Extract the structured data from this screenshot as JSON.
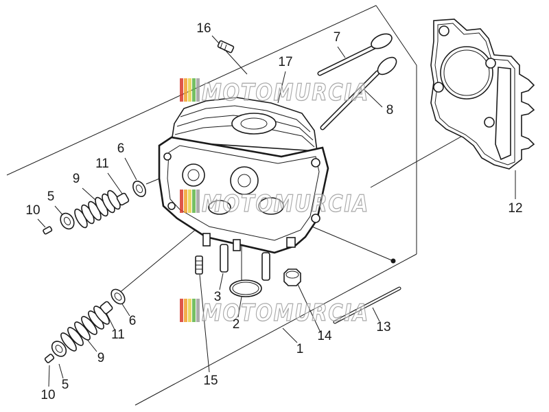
{
  "diagram": {
    "callouts": [
      "16",
      "7",
      "17",
      "8",
      "6",
      "11",
      "9",
      "5",
      "10",
      "12",
      "3",
      "2",
      "14",
      "13",
      "1",
      "15",
      "6",
      "11",
      "9",
      "5",
      "10"
    ]
  },
  "watermark": {
    "text": "MOTOMURCIA",
    "stripe_colors": [
      "#d93a2b",
      "#f2a22c",
      "#e7d34a",
      "#5fb548",
      "#9e9e9e"
    ]
  },
  "colors": {
    "line": "#1a1a1a",
    "background": "#ffffff"
  }
}
